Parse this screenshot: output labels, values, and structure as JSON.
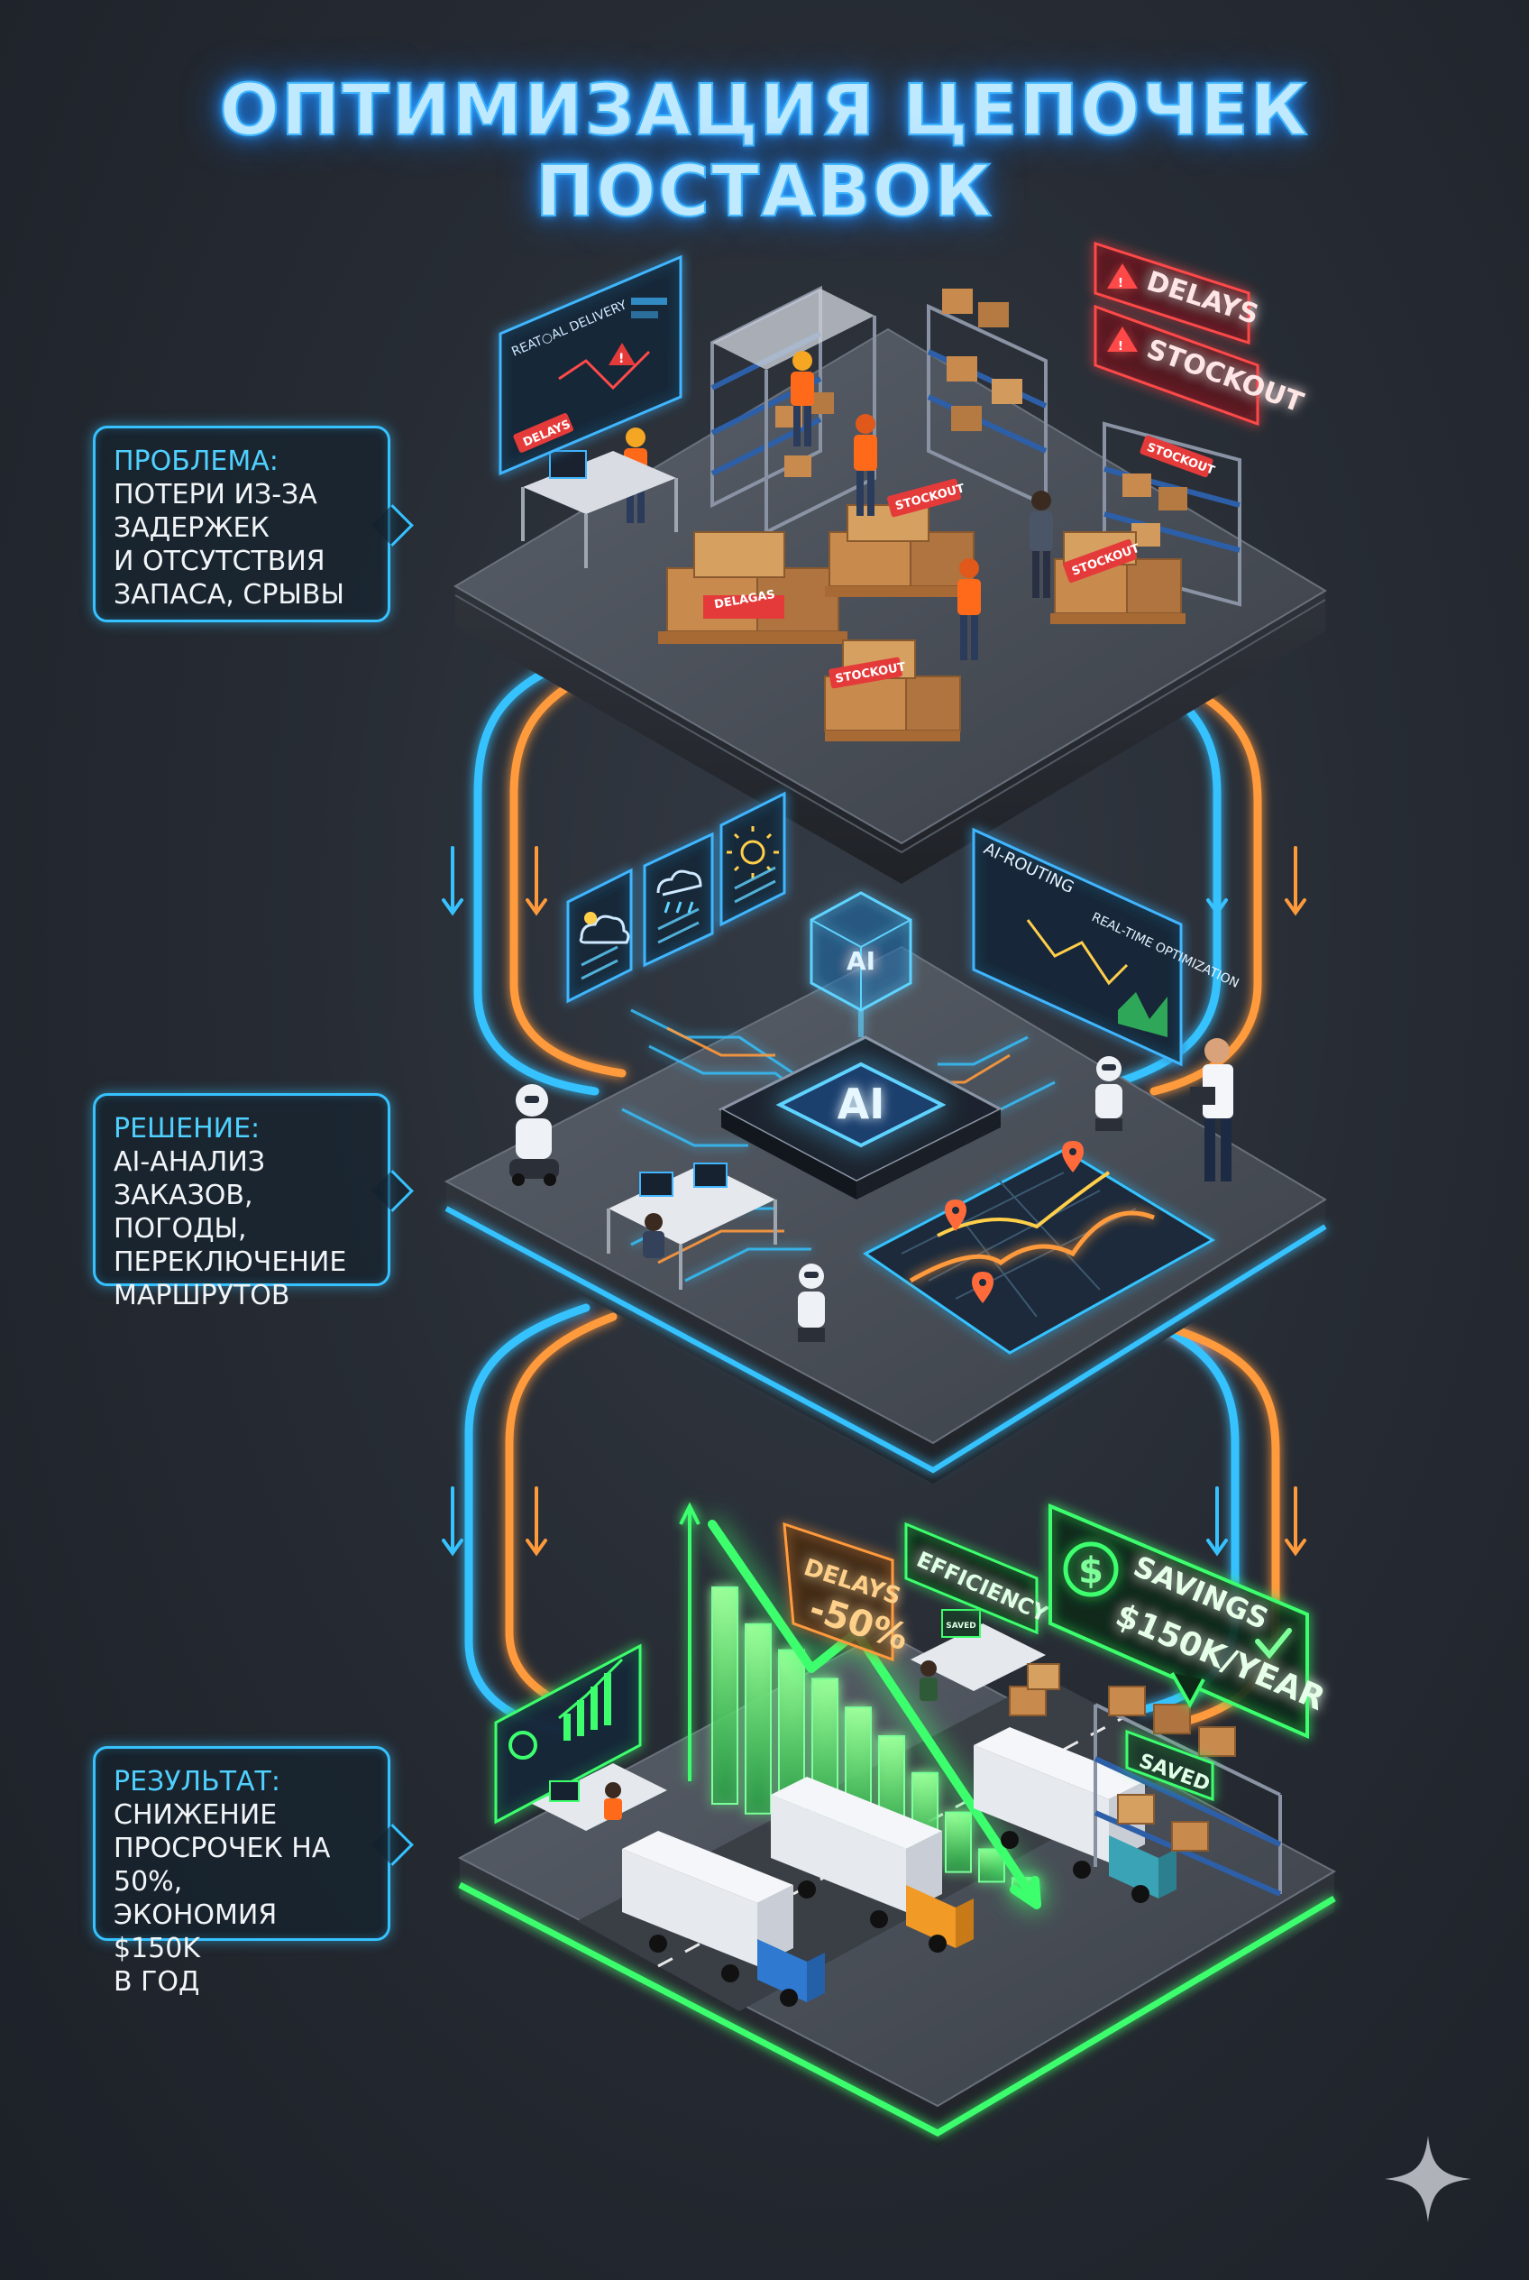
{
  "title": "ОПТИМИЗАЦИЯ ЦЕПОЧЕК ПОСТАВОК",
  "colors": {
    "blue": "#36c2ff",
    "orange": "#ff9a3c",
    "red": "#ff4a4a",
    "green": "#3dff6e",
    "platform": "#3e434c"
  },
  "callouts": {
    "problem": {
      "heading": "ПРОБЛЕМА:",
      "body": "ПОТЕРИ ИЗ-ЗА\nЗАДЕРЖЕК\nИ ОТСУТСТВИЯ\nЗАПАСА, СРЫВЫ"
    },
    "solution": {
      "heading": "РЕШЕНИЕ:",
      "body": "AI-АНАЛИЗ\nЗАКАЗОВ, ПОГОДЫ,\nПЕРЕКЛЮЧЕНИЕ\nМАРШРУТОВ"
    },
    "result": {
      "heading": "РЕЗУЛЬТАТ:",
      "body": "СНИЖЕНИЕ\nПРОСРОЧЕК НА 50%,\nЭКОНОМИЯ $150K\nВ ГОД"
    }
  },
  "top": {
    "monitor_title": "REAT○AL DELIVERY",
    "monitor_delays": "DELAYS",
    "sign_delays": "DELAYS",
    "sign_stockout": "STOCKOUT",
    "box_labels": [
      "STOCKOUT",
      "STOCKOUT",
      "DELAGAS",
      "STOCKOUT",
      "STOCKOUT"
    ]
  },
  "middle": {
    "chip_label": "AI",
    "holo_label": "AI",
    "routing_title": "AI-ROUTING",
    "routing_sub": "REAL-TIME OPTIMIZATION"
  },
  "bottom": {
    "delays_line1": "DELAYS",
    "delays_line2": "-50%",
    "efficiency": "EFFICIENCY",
    "savings_line1": "SAVINGS",
    "savings_line2": "$150K/YEAR",
    "saved": "SAVED",
    "monitor_saved": "SAVED",
    "bars": [
      0.8,
      0.7,
      0.64,
      0.57,
      0.5,
      0.43,
      0.33,
      0.22,
      0.12,
      0.05
    ]
  },
  "icons": [
    "warning-icon",
    "dollar-icon",
    "check-icon",
    "sun-icon",
    "cloud-icon",
    "rain-icon",
    "map-pin-icon",
    "sparkle-icon"
  ]
}
